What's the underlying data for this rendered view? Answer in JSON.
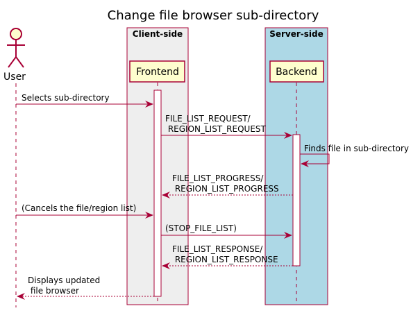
{
  "title": "Change file browser sub-directory",
  "colors": {
    "line": "#A80036",
    "participant_fill": "#FEFECE",
    "client_box_fill": "#EEEEEE",
    "server_box_fill": "#ADD8E6",
    "background": "#FFFFFF"
  },
  "boxes": [
    {
      "id": "client",
      "title": "Client-side"
    },
    {
      "id": "server",
      "title": "Server-side"
    }
  ],
  "actors": [
    {
      "id": "user",
      "label": "User",
      "icon": "stick-figure-icon"
    }
  ],
  "participants": [
    {
      "id": "frontend",
      "label": "Frontend"
    },
    {
      "id": "backend",
      "label": "Backend"
    }
  ],
  "messages": [
    {
      "from": "user",
      "to": "frontend",
      "style": "solid",
      "lines": [
        "Selects sub-directory"
      ]
    },
    {
      "from": "frontend",
      "to": "backend",
      "style": "solid",
      "lines": [
        "FILE_LIST_REQUEST/",
        " REGION_LIST_REQUEST"
      ]
    },
    {
      "from": "backend",
      "to": "backend",
      "style": "solid",
      "lines": [
        "Finds file in sub-directory"
      ]
    },
    {
      "from": "backend",
      "to": "frontend",
      "style": "dashed",
      "lines": [
        "FILE_LIST_PROGRESS/",
        " REGION_LIST_PROGRESS"
      ]
    },
    {
      "from": "user",
      "to": "frontend",
      "style": "solid",
      "lines": [
        "(Cancels the file/region list)"
      ]
    },
    {
      "from": "frontend",
      "to": "backend",
      "style": "solid",
      "lines": [
        "(STOP_FILE_LIST)"
      ]
    },
    {
      "from": "backend",
      "to": "frontend",
      "style": "dashed",
      "lines": [
        "FILE_LIST_RESPONSE/",
        " REGION_LIST_RESPONSE"
      ]
    },
    {
      "from": "frontend",
      "to": "user",
      "style": "dashed",
      "lines": [
        "Displays updated",
        " file browser"
      ]
    }
  ]
}
